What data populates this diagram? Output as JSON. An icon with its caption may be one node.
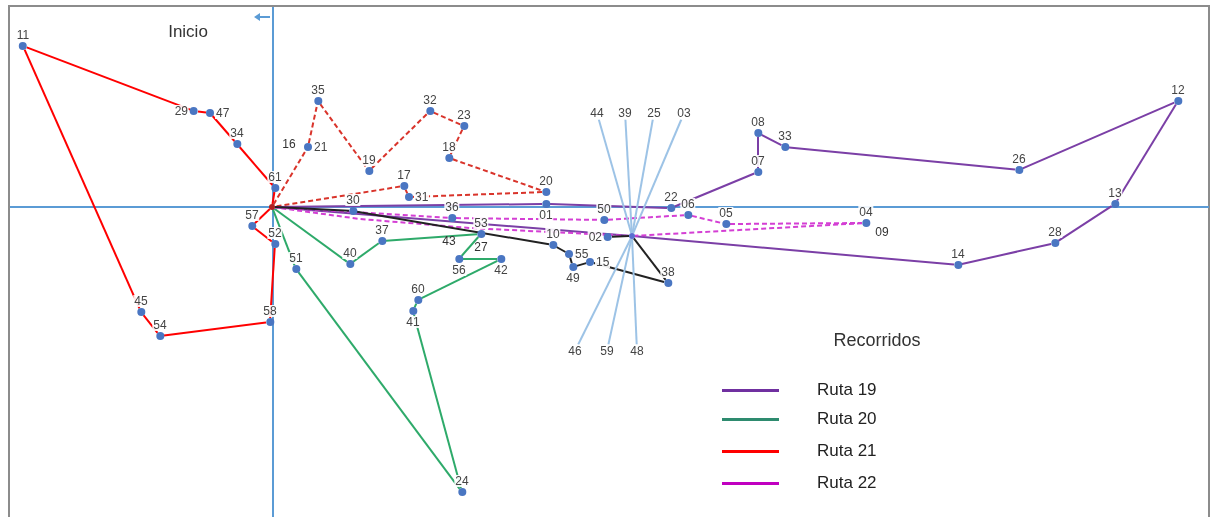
{
  "diagram": {
    "nodes": [
      {
        "text": [
          "11"
        ]
      },
      {
        "text": [
          "35"
        ]
      },
      {
        "text": [
          "32"
        ]
      },
      {
        "text": [
          "12"
        ]
      },
      {
        "text": [
          "29"
        ]
      },
      {
        "text": [
          "47"
        ]
      },
      {
        "text": [
          "44"
        ]
      },
      {
        "text": [
          "39"
        ]
      },
      {
        "text": [
          "25"
        ]
      },
      {
        "text": [
          "03"
        ]
      },
      {
        "text": [
          "23"
        ]
      },
      {
        "text": [
          "08"
        ]
      },
      {
        "text": [
          "34"
        ]
      },
      {
        "text": [
          "21"
        ]
      },
      {
        "text": [
          "33"
        ]
      },
      {
        "text": [
          "18"
        ]
      },
      {
        "text": [
          "26"
        ]
      },
      {
        "text": [
          "19"
        ]
      },
      {
        "text": [
          "07"
        ]
      },
      {
        "text": [
          "61"
        ]
      },
      {
        "text": [
          "17"
        ]
      },
      {
        "text": [
          "20"
        ]
      },
      {
        "text": [
          "31"
        ]
      },
      {
        "text": [
          "13"
        ]
      },
      {
        "text": [
          "01"
        ]
      },
      {
        "text": [
          "22"
        ]
      },
      {
        "text": [
          "30"
        ]
      },
      {
        "text": [
          "06"
        ]
      },
      {
        "text": [
          "36"
        ]
      },
      {
        "text": [
          "50"
        ]
      },
      {
        "text": [
          "05"
        ]
      },
      {
        "text": [
          "04"
        ]
      },
      {
        "text": [
          "57"
        ]
      },
      {
        "text": [
          "53"
        ]
      },
      {
        "text": [
          "02"
        ]
      },
      {
        "text": [
          "37"
        ]
      },
      {
        "text": [
          "28"
        ]
      },
      {
        "text": [
          "52"
        ]
      },
      {
        "text": [
          "10"
        ]
      },
      {
        "text": [
          "55"
        ]
      },
      {
        "text": [
          "56"
        ]
      },
      {
        "text": [
          "42"
        ]
      },
      {
        "text": [
          "14"
        ]
      },
      {
        "text": [
          "40"
        ]
      },
      {
        "text": [
          "51"
        ]
      },
      {
        "text": [
          "49"
        ]
      },
      {
        "text": [
          "15"
        ]
      },
      {
        "text": [
          "38"
        ]
      },
      {
        "text": [
          "60"
        ]
      },
      {
        "text": [
          "41"
        ]
      },
      {
        "text": [
          "58"
        ]
      },
      {
        "text": [
          "45"
        ]
      },
      {
        "text": [
          "54"
        ]
      },
      {
        "text": [
          "24"
        ]
      },
      {
        "text": [
          "46"
        ]
      },
      {
        "text": [
          "59"
        ]
      },
      {
        "text": [
          "48"
        ]
      },
      {
        "text": [],
        "shape": "circle"
      },
      {
        "text": [],
        "shape": "circle"
      }
    ],
    "edges": [
      {
        "from": 57,
        "to": 19,
        "arrow": "none",
        "color": "#ff0000"
      },
      {
        "from": 19,
        "to": 12,
        "arrow": "none",
        "color": "#ff0000"
      },
      {
        "from": 12,
        "to": 5,
        "arrow": "none",
        "color": "#ff0000"
      },
      {
        "from": 5,
        "to": 4,
        "arrow": "none",
        "color": "#ff0000"
      },
      {
        "from": 4,
        "to": 0,
        "arrow": "none",
        "color": "#ff0000"
      },
      {
        "from": 0,
        "to": 51,
        "arrow": "none",
        "color": "#ff0000"
      },
      {
        "from": 51,
        "to": 52,
        "arrow": "none",
        "color": "#ff0000"
      },
      {
        "from": 52,
        "to": 50,
        "arrow": "none",
        "color": "#ff0000"
      },
      {
        "from": 50,
        "to": 37,
        "arrow": "none",
        "color": "#ff0000"
      },
      {
        "from": 37,
        "to": 32,
        "arrow": "none",
        "color": "#ff0000"
      },
      {
        "from": 32,
        "to": 57,
        "arrow": "none",
        "color": "#ff0000"
      },
      {
        "from": 57,
        "to": 13,
        "arrow": "none",
        "style": "dashed",
        "color": "#d9342b"
      },
      {
        "from": 13,
        "to": 1,
        "arrow": "none",
        "style": "dashed",
        "color": "#d9342b"
      },
      {
        "from": 1,
        "to": 17,
        "arrow": "none",
        "style": "dashed",
        "color": "#d9342b"
      },
      {
        "from": 17,
        "to": 2,
        "arrow": "none",
        "style": "dashed",
        "color": "#d9342b"
      },
      {
        "from": 2,
        "to": 10,
        "arrow": "none",
        "style": "dashed",
        "color": "#d9342b"
      },
      {
        "from": 10,
        "to": 15,
        "arrow": "none",
        "style": "dashed",
        "color": "#d9342b"
      },
      {
        "from": 15,
        "to": 21,
        "arrow": "none",
        "style": "dashed",
        "color": "#d9342b"
      },
      {
        "from": 21,
        "to": 22,
        "arrow": "none",
        "style": "dashed",
        "color": "#d9342b"
      },
      {
        "from": 22,
        "to": 20,
        "arrow": "none",
        "style": "dashed",
        "color": "#d9342b"
      },
      {
        "from": 20,
        "to": 57,
        "arrow": "none",
        "style": "dashed",
        "color": "#d9342b"
      },
      {
        "from": 57,
        "to": 43,
        "arrow": "none",
        "color": "#2eaa6a"
      },
      {
        "from": 43,
        "to": 35,
        "arrow": "none",
        "color": "#2eaa6a"
      },
      {
        "from": 35,
        "to": 33,
        "arrow": "none",
        "color": "#2eaa6a"
      },
      {
        "from": 33,
        "to": 40,
        "arrow": "none",
        "color": "#2eaa6a"
      },
      {
        "from": 40,
        "to": 41,
        "arrow": "none",
        "color": "#2eaa6a"
      },
      {
        "from": 41,
        "to": 48,
        "arrow": "none",
        "color": "#2eaa6a"
      },
      {
        "from": 48,
        "to": 49,
        "arrow": "none",
        "color": "#2eaa6a"
      },
      {
        "from": 49,
        "to": 53,
        "arrow": "none",
        "color": "#2eaa6a"
      },
      {
        "from": 53,
        "to": 44,
        "arrow": "none",
        "color": "#2eaa6a"
      },
      {
        "from": 44,
        "to": 57,
        "arrow": "none",
        "color": "#2eaa6a"
      },
      {
        "from": 57,
        "to": 24,
        "arrow": "none",
        "color": "#7b3fa6"
      },
      {
        "from": 24,
        "to": 25,
        "arrow": "none",
        "color": "#7b3fa6"
      },
      {
        "from": 25,
        "to": 18,
        "arrow": "none",
        "color": "#7b3fa6"
      },
      {
        "from": 18,
        "to": 11,
        "arrow": "none",
        "color": "#7b3fa6"
      },
      {
        "from": 11,
        "to": 14,
        "arrow": "none",
        "color": "#7b3fa6"
      },
      {
        "from": 14,
        "to": 16,
        "arrow": "none",
        "color": "#7b3fa6"
      },
      {
        "from": 16,
        "to": 3,
        "arrow": "none",
        "color": "#7b3fa6"
      },
      {
        "from": 3,
        "to": 23,
        "arrow": "none",
        "color": "#7b3fa6"
      },
      {
        "from": 23,
        "to": 36,
        "arrow": "none",
        "color": "#7b3fa6"
      },
      {
        "from": 36,
        "to": 42,
        "arrow": "none",
        "color": "#7b3fa6"
      },
      {
        "from": 42,
        "to": 58,
        "arrow": "none",
        "color": "#7b3fa6"
      },
      {
        "from": 58,
        "to": 57,
        "arrow": "none",
        "color": "#7b3fa6"
      },
      {
        "from": 57,
        "to": 28,
        "arrow": "none",
        "style": "dashed",
        "color": "#d43fd4"
      },
      {
        "from": 28,
        "to": 29,
        "arrow": "none",
        "style": "dashed",
        "color": "#d43fd4"
      },
      {
        "from": 29,
        "to": 27,
        "arrow": "none",
        "style": "dashed",
        "color": "#d43fd4"
      },
      {
        "from": 27,
        "to": 30,
        "arrow": "none",
        "style": "dashed",
        "color": "#d43fd4"
      },
      {
        "from": 30,
        "to": 31,
        "arrow": "none",
        "style": "dashed",
        "color": "#d43fd4"
      },
      {
        "from": 31,
        "to": 58,
        "arrow": "none",
        "style": "dashed",
        "color": "#d43fd4"
      },
      {
        "from": 58,
        "to": 57,
        "arrow": "none",
        "style": "dashed",
        "color": "#d43fd4"
      },
      {
        "from": 57,
        "to": 26,
        "arrow": "none",
        "color": "#222222"
      },
      {
        "from": 26,
        "to": 38,
        "arrow": "none",
        "color": "#222222"
      },
      {
        "from": 38,
        "to": 39,
        "arrow": "none",
        "color": "#222222"
      },
      {
        "from": 39,
        "to": 45,
        "arrow": "none",
        "color": "#222222"
      },
      {
        "from": 45,
        "to": 46,
        "arrow": "none",
        "color": "#222222"
      },
      {
        "from": 46,
        "to": 47,
        "arrow": "none",
        "color": "#222222"
      },
      {
        "from": 47,
        "to": 58,
        "arrow": "none",
        "color": "#222222"
      },
      {
        "from": 58,
        "to": 34,
        "arrow": "none",
        "color": "#222222"
      },
      {
        "from": 6,
        "to": 58,
        "arrow": "none",
        "color": "#9dc3e6"
      },
      {
        "from": 7,
        "to": 58,
        "arrow": "none",
        "color": "#9dc3e6"
      },
      {
        "from": 8,
        "to": 58,
        "arrow": "none",
        "color": "#9dc3e6"
      },
      {
        "from": 9,
        "to": 58,
        "arrow": "none",
        "color": "#9dc3e6"
      },
      {
        "from": 54,
        "to": 58,
        "arrow": "none",
        "color": "#9dc3e6"
      },
      {
        "from": 55,
        "to": 58,
        "arrow": "none",
        "color": "#9dc3e6"
      },
      {
        "from": 56,
        "to": 58,
        "arrow": "none",
        "color": "#9dc3e6"
      }
    ],
    "labels": [
      "Inicio",
      "16",
      "09",
      "43",
      "27",
      "Recorridos"
    ],
    "legend": [
      {
        "text": "Ruta 19",
        "color": "#7030a0"
      },
      {
        "text": "Ruta 20",
        "color": "#2e8b6f"
      },
      {
        "text": "Ruta 21",
        "color": "#ff0000"
      },
      {
        "text": "Ruta 22",
        "color": "#c000c0"
      }
    ]
  }
}
